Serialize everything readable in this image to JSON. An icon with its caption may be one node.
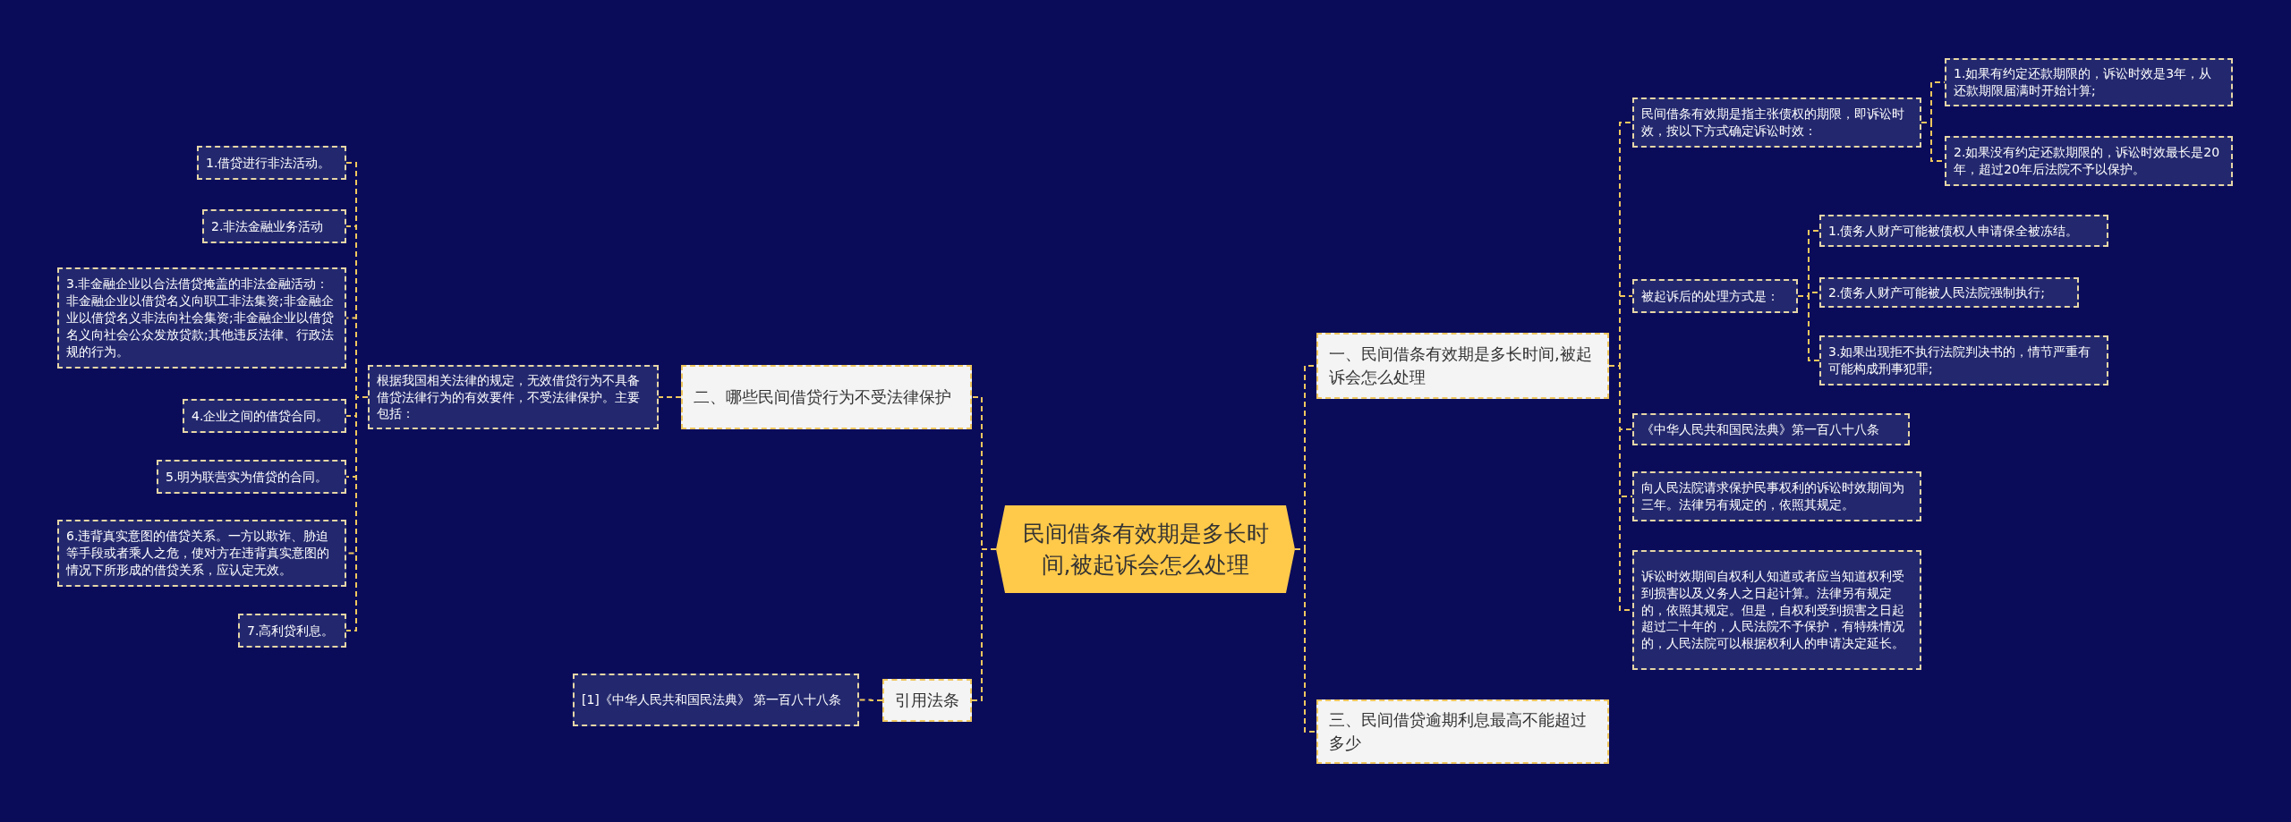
{
  "diagram": {
    "nodes": [
      {
        "text": [
          "民间借条有效期是多长时间,被起诉会怎么处理"
        ]
      },
      {
        "text": [
          "一、民间借条有效期是多长时间,被起诉会怎么处理"
        ]
      },
      {
        "text": [
          "民间借条有效期是指主张债权的期限，即诉讼时效，按以下方式确定诉讼时效："
        ]
      },
      {
        "text": [
          "1.如果有约定还款期限的，诉讼时效是3年，从还款期限届满时开始计算;"
        ]
      },
      {
        "text": [
          "2.如果没有约定还款期限的，诉讼时效最长是20年，超过20年后法院不予以保护。"
        ]
      },
      {
        "text": [
          "被起诉后的处理方式是："
        ]
      },
      {
        "text": [
          "1.债务人财产可能被债权人申请保全被冻结。"
        ]
      },
      {
        "text": [
          "2.债务人财产可能被人民法院强制执行;"
        ]
      },
      {
        "text": [
          "3.如果出现拒不执行法院判决书的，情节严重有可能构成刑事犯罪;"
        ]
      },
      {
        "text": [
          "《中华人民共和国民法典》第一百八十八条"
        ]
      },
      {
        "text": [
          "向人民法院请求保护民事权利的诉讼时效期间为三年。法律另有规定的，依照其规定。"
        ]
      },
      {
        "text": [
          "诉讼时效期间自权利人知道或者应当知道权利受到损害以及义务人之日起计算。法律另有规定的，依照其规定。但是，自权利受到损害之日起超过二十年的，人民法院不予保护，有特殊情况的，人民法院可以根据权利人的申请决定延长。"
        ]
      },
      {
        "text": [
          "三、民间借贷逾期利息最高不能超过多少"
        ]
      },
      {
        "text": [
          "二、哪些民间借贷行为不受法律保护"
        ]
      },
      {
        "text": [
          "根据我国相关法律的规定，无效借贷行为不具备借贷法律行为的有效要件，不受法律保护。主要包括："
        ]
      },
      {
        "text": [
          "1.借贷进行非法活动。"
        ]
      },
      {
        "text": [
          "2.非法金融业务活动"
        ]
      },
      {
        "text": [
          "3.非金融企业以合法借贷掩盖的非法金融活动：非金融企业以借贷名义向职工非法集资;非金融企业以借贷名义非法向社会集资;非金融企业以借贷名义向社会公众发放贷款;其他违反法律、行政法规的行为。"
        ]
      },
      {
        "text": [
          "4.企业之间的借贷合同。"
        ]
      },
      {
        "text": [
          "5.明为联营实为借贷的合同。"
        ]
      },
      {
        "text": [
          "6.违背真实意图的借贷关系。一方以欺诈、胁迫等手段或者乘人之危，使对方在违背真实意图的情况下所形成的借贷关系，应认定无效。"
        ]
      },
      {
        "text": [
          "7.高利贷利息。"
        ]
      },
      {
        "text": [
          "引用法条"
        ]
      },
      {
        "text": [
          "[1]《中华人民共和国民法典》 第一百八十八条"
        ]
      }
    ],
    "edges": [
      {
        "from": 0,
        "to": 1,
        "arrow": "none"
      },
      {
        "from": 1,
        "to": 2,
        "arrow": "none"
      },
      {
        "from": 2,
        "to": 3,
        "arrow": "none"
      },
      {
        "from": 2,
        "to": 4,
        "arrow": "none"
      },
      {
        "from": 1,
        "to": 5,
        "arrow": "none"
      },
      {
        "from": 5,
        "to": 6,
        "arrow": "none"
      },
      {
        "from": 5,
        "to": 7,
        "arrow": "none"
      },
      {
        "from": 5,
        "to": 8,
        "arrow": "none"
      },
      {
        "from": 1,
        "to": 9,
        "arrow": "none"
      },
      {
        "from": 1,
        "to": 10,
        "arrow": "none"
      },
      {
        "from": 1,
        "to": 11,
        "arrow": "none"
      },
      {
        "from": 0,
        "to": 12,
        "arrow": "none"
      },
      {
        "from": 0,
        "to": 13,
        "arrow": "none"
      },
      {
        "from": 13,
        "to": 14,
        "arrow": "none"
      },
      {
        "from": 14,
        "to": 15,
        "arrow": "none"
      },
      {
        "from": 14,
        "to": 16,
        "arrow": "none"
      },
      {
        "from": 14,
        "to": 17,
        "arrow": "none"
      },
      {
        "from": 14,
        "to": 18,
        "arrow": "none"
      },
      {
        "from": 14,
        "to": 19,
        "arrow": "none"
      },
      {
        "from": 14,
        "to": 20,
        "arrow": "none"
      },
      {
        "from": 14,
        "to": 21,
        "arrow": "none"
      },
      {
        "from": 0,
        "to": 22,
        "arrow": "none"
      },
      {
        "from": 22,
        "to": 23,
        "arrow": "none"
      }
    ]
  }
}
